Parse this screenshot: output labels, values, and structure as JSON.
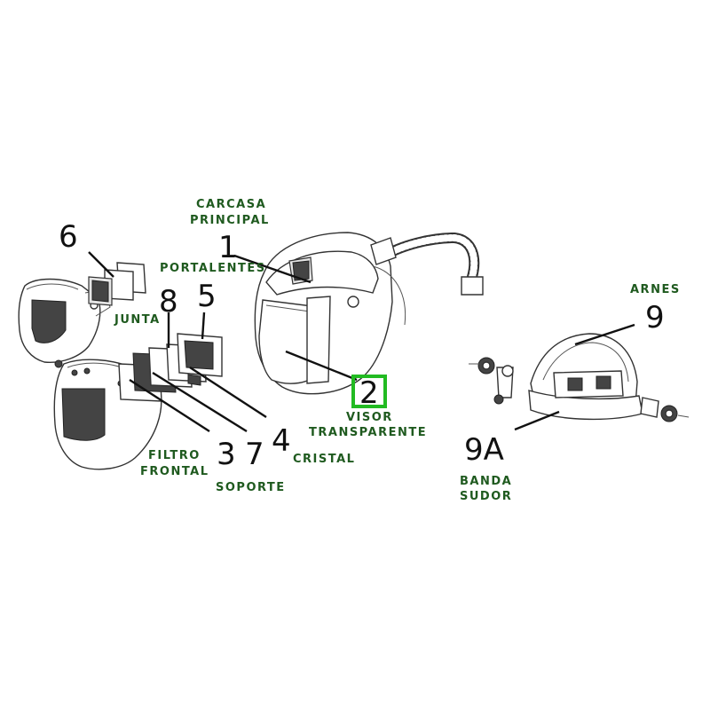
{
  "colors": {
    "label_text": "#1f5a1f",
    "highlight_box": "#22bb22",
    "line": "#111111"
  },
  "callouts": {
    "n1": "1",
    "n2": "2",
    "n3": "3",
    "n4": "4",
    "n5": "5",
    "n6": "6",
    "n7": "7",
    "n8": "8",
    "n9": "9",
    "n9a": "9A"
  },
  "labels": {
    "carcasa_l1": "CARCASA",
    "carcasa_l2": "PRINCIPAL",
    "portalentes": "PORTALENTES",
    "junta": "JUNTA",
    "visor_l1": "VISOR",
    "visor_l2": "TRANSPARENTE",
    "filtro_l1": "FILTRO",
    "filtro_l2": "FRONTAL",
    "soporte": "SOPORTE",
    "cristal": "CRISTAL",
    "arnes": "ARNES",
    "banda_l1": "BANDA",
    "banda_l2": "SUDOR"
  },
  "highlighted_callout": "2"
}
